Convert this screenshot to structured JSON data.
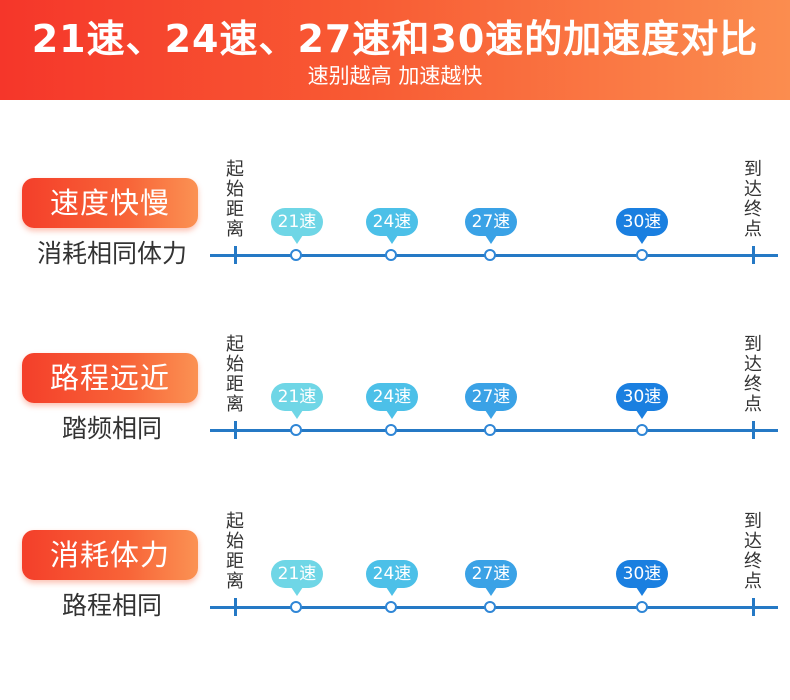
{
  "header": {
    "title": "21速、24速、27速和30速的加速度对比",
    "subtitle": "速别越高 加速越快"
  },
  "track_labels": {
    "start": "起始距离",
    "end": "到达终点"
  },
  "speeds": [
    {
      "label": "21速",
      "color": "#6fd6e6"
    },
    {
      "label": "24速",
      "color": "#4cc0e8"
    },
    {
      "label": "27速",
      "color": "#3aa2e6"
    },
    {
      "label": "30速",
      "color": "#1a7fe0"
    }
  ],
  "sections": [
    {
      "title": "速度快慢",
      "description": "消耗相同体力"
    },
    {
      "title": "路程远近",
      "description": "踏频相同"
    },
    {
      "title": "消耗体力",
      "description": "路程相同"
    }
  ]
}
